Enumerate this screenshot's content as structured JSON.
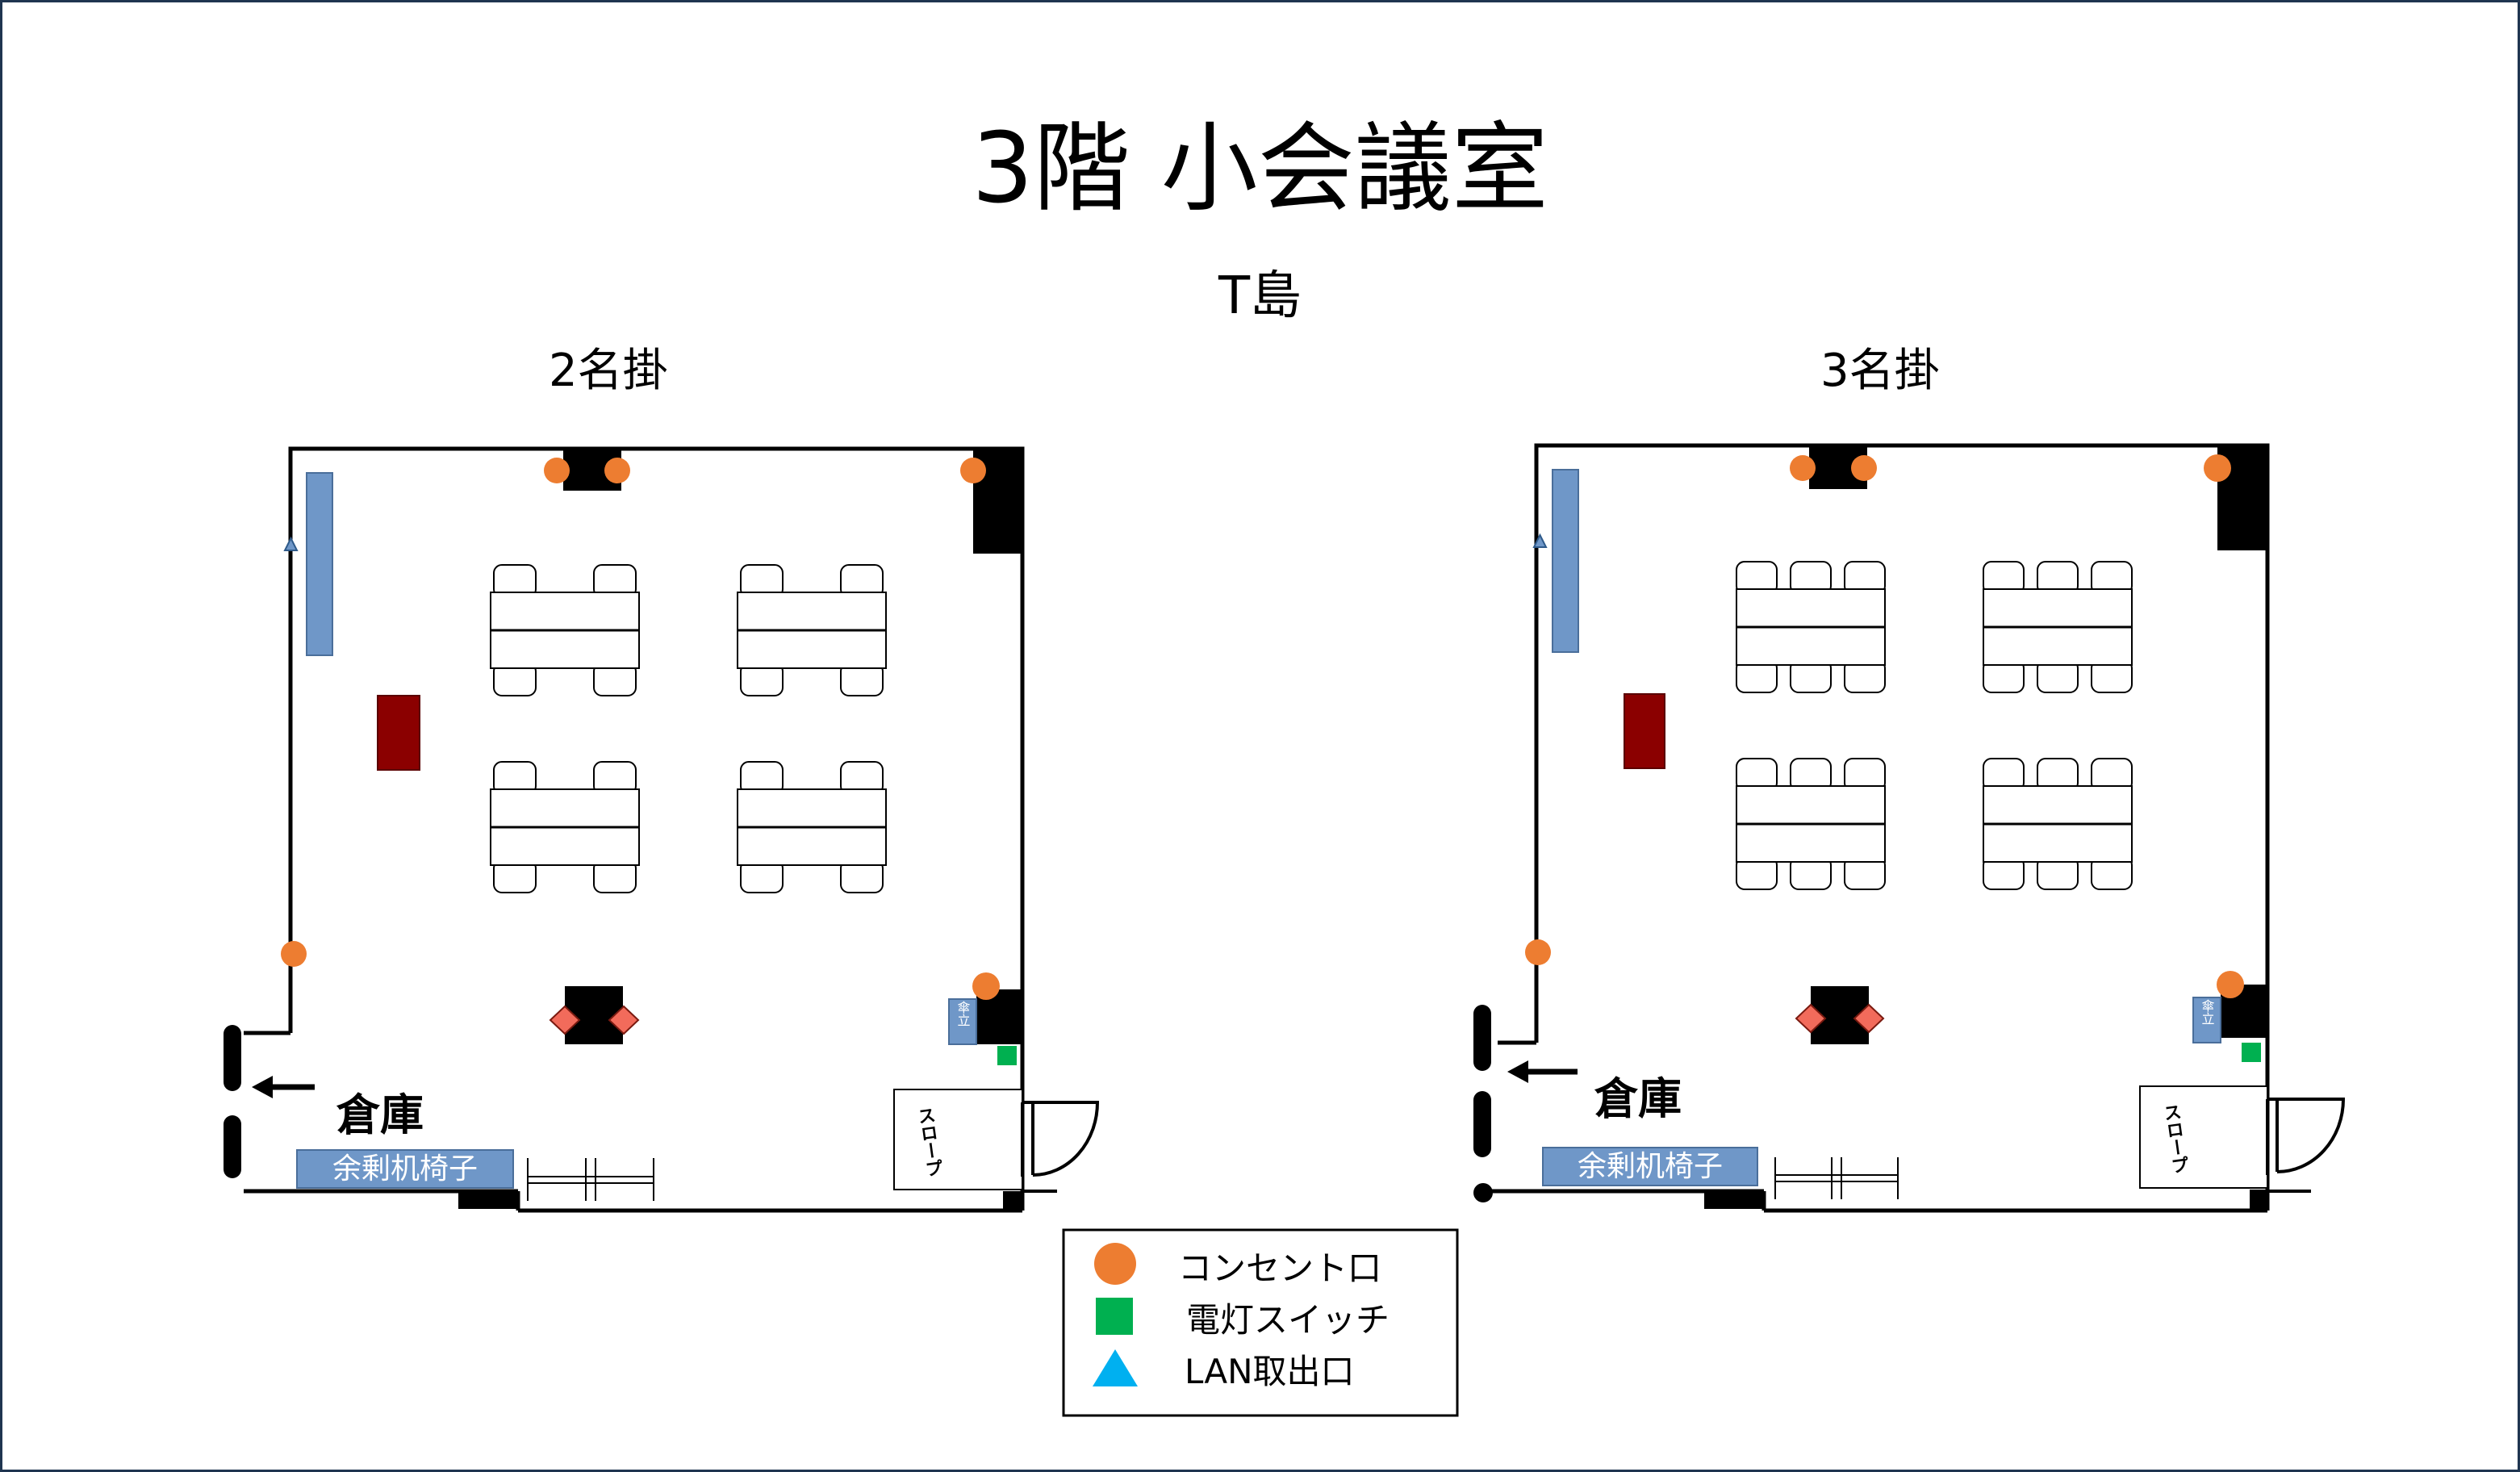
{
  "title": "3階 小会議室",
  "subtitle": "T島",
  "colors": {
    "outlet": "#ed7d31",
    "switch": "#00b050",
    "lan": "#00b0f0",
    "shelf": "#6f97c8",
    "cabinet": "#8b0000",
    "column": "#000000",
    "diamond": "#f26b5b",
    "frame": "#1f3550"
  },
  "plans": [
    {
      "heading": "2名掛",
      "seats_per_side": 2,
      "storage_label": "倉庫",
      "spare_label": "余剰机椅子",
      "umbrella_label": "傘立",
      "slope_label": "スロープ"
    },
    {
      "heading": "3名掛",
      "seats_per_side": 3,
      "storage_label": "倉庫",
      "spare_label": "余剰机椅子",
      "umbrella_label": "傘立",
      "slope_label": "スロープ"
    }
  ],
  "legend": [
    {
      "icon": "outlet-icon",
      "label": "コンセント口"
    },
    {
      "icon": "light-switch-icon",
      "label": "電灯スイッチ"
    },
    {
      "icon": "lan-port-icon",
      "label": "LAN取出口"
    }
  ]
}
